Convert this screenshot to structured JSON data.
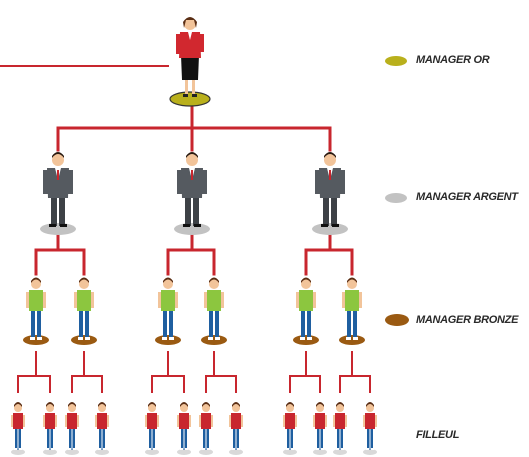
{
  "legend": {
    "gold": {
      "label": "MANAGER OR",
      "color": "#b9b01c"
    },
    "silver": {
      "label": "MANAGER ARGENT",
      "color": "#c2c2c2"
    },
    "bronze": {
      "label": "MANAGER BRONZE",
      "color": "#9a5a12"
    },
    "filleul": {
      "label": "FILLEUL"
    }
  },
  "colors": {
    "line": "#c8262e",
    "woman_top": "#d1282f",
    "woman_skirt": "#111111",
    "suit": "#555a60",
    "green_shirt": "#8cc63f",
    "jeans": "#1f5fa0",
    "skin": "#f2c49a",
    "hair": "#5a2e14"
  },
  "tree": {
    "top_icon": "manager-woman-icon",
    "level2_icon": "businessman-icon",
    "level3_icon": "green-shirt-person-icon",
    "level4_icon": "red-shirt-person-icon"
  }
}
